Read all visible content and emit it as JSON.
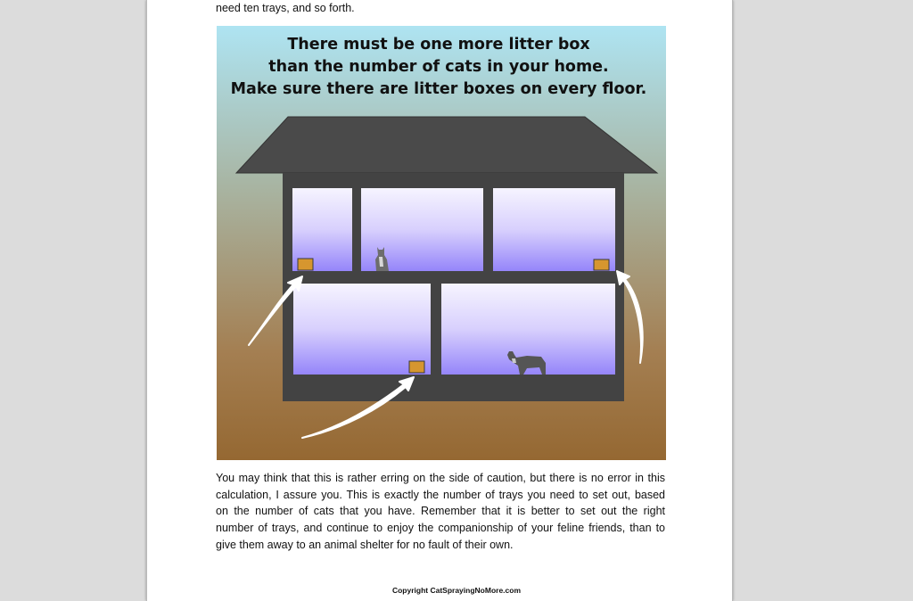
{
  "document": {
    "top_text": "need ten trays, and so forth.",
    "figure": {
      "caption_lines": [
        "There must be one more litter box",
        "than the number of cats in your home.",
        "Make sure there are litter boxes on every floor."
      ],
      "colors": {
        "sky_top": "#aee4f2",
        "ground_bottom": "#956832",
        "roof": "#4a4a4a",
        "house_frame": "#434343",
        "room_light": "#f4f1ff",
        "room_purple": "#9a88fb",
        "litter_box": "#d6962f",
        "arrow": "#ffffff"
      }
    },
    "paragraph_lines": [
      "You may think that this is rather erring on the side of caution, but there is no error in this",
      "calculation, I assure you.  This is exactly the number of trays you need to set out, based",
      "on the number of cats that you have.  Remember that it is better to set out the right",
      "number of trays, and continue to enjoy the companionship of your feline friends, than to",
      "give them away to an animal shelter for no fault of their own."
    ],
    "footer": "Copyright CatSprayingNoMore.com"
  }
}
